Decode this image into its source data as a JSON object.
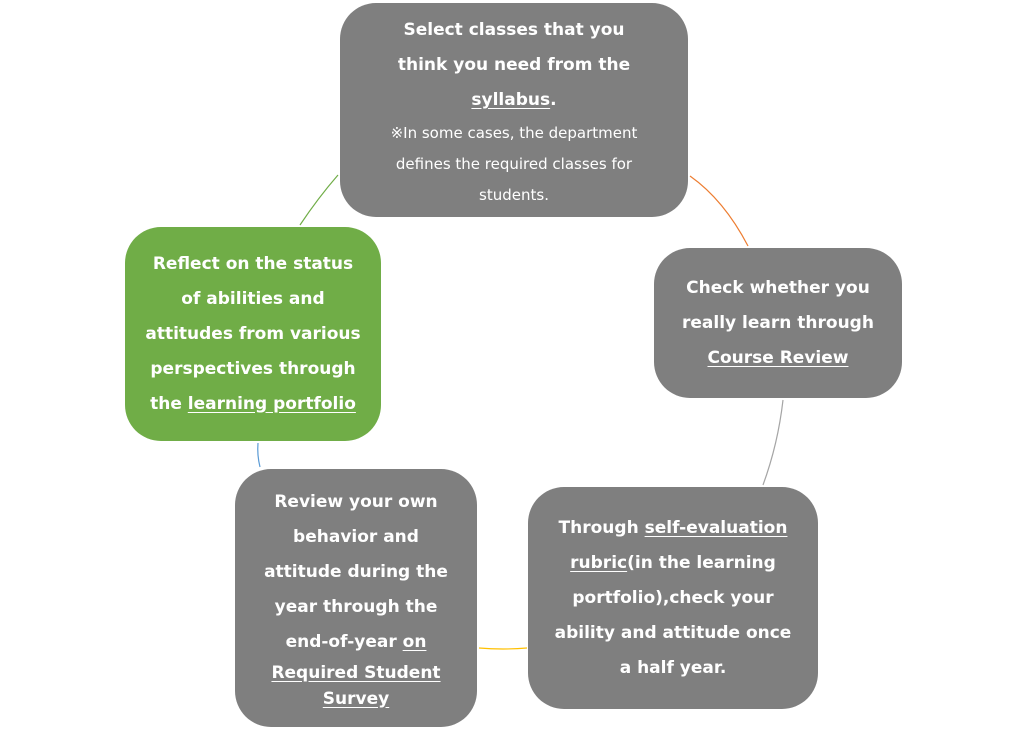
{
  "diagram": {
    "type": "cycle",
    "colors": {
      "gray_node": "#7f7f7f",
      "green_node": "#70ad47",
      "text": "#ffffff",
      "connector_orange": "#ed7d31",
      "connector_gray": "#a5a5a5",
      "connector_yellow": "#ffc000",
      "connector_blue": "#5b9bd5",
      "connector_green": "#70ad47"
    },
    "nodes": {
      "select": {
        "line1": "Select classes that you",
        "line2": "think you need from the",
        "link": "syllabus",
        "link_suffix": ".",
        "note1": "※In some cases, the department",
        "note2": "defines the required classes for",
        "note3": "students."
      },
      "check": {
        "line1": "Check whether you",
        "line2": "really learn through",
        "link": "Course Review"
      },
      "rubric": {
        "prefix": "Through ",
        "link1": "self-evaluation",
        "link2": "rubric",
        "line2_suffix": "(in the learning",
        "line3": "portfolio),check your",
        "line4": "ability and attitude once",
        "line5": "a half year."
      },
      "review": {
        "line1": "Review your own",
        "line2": "behavior and",
        "line3": "attitude during the",
        "line4": "year through the",
        "line5_prefix": "end-of-year ",
        "link_part1": "on",
        "link_part2": "Required Student",
        "link_part3": "Survey"
      },
      "reflect": {
        "line1": "Reflect on the status",
        "line2": "of abilities and",
        "line3": "attitudes from various",
        "line4": "perspectives through",
        "line5_prefix": "the ",
        "link": "learning portfolio"
      }
    }
  }
}
